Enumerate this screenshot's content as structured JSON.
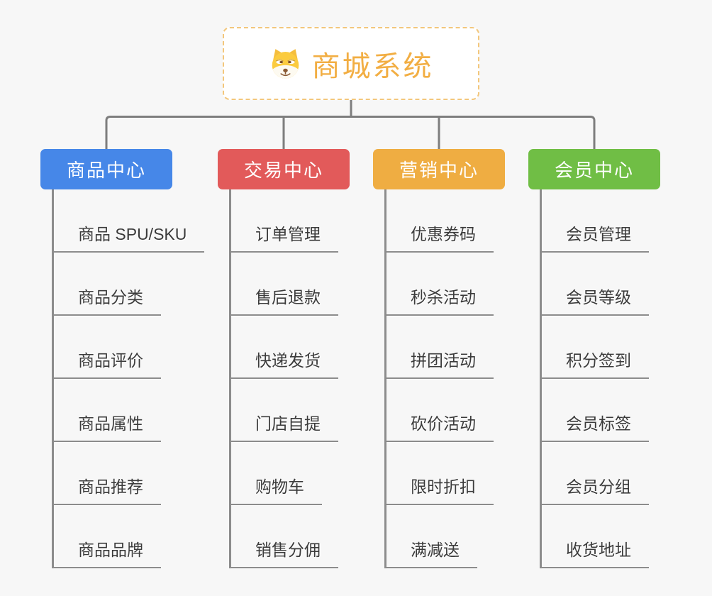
{
  "root": {
    "title": "商城系统",
    "icon": "doge-icon"
  },
  "branches": [
    {
      "label": "商品中心",
      "color": "#4687E8",
      "items": [
        "商品 SPU/SKU",
        "商品分类",
        "商品评价",
        "商品属性",
        "商品推荐",
        "商品品牌"
      ]
    },
    {
      "label": "交易中心",
      "color": "#E25A5A",
      "items": [
        "订单管理",
        "售后退款",
        "快递发货",
        "门店自提",
        "购物车",
        "销售分佣"
      ]
    },
    {
      "label": "营销中心",
      "color": "#EFAD42",
      "items": [
        "优惠券码",
        "秒杀活动",
        "拼团活动",
        "砍价活动",
        "限时折扣",
        "满减送"
      ]
    },
    {
      "label": "会员中心",
      "color": "#70BE45",
      "items": [
        "会员管理",
        "会员等级",
        "积分签到",
        "会员标签",
        "会员分组",
        "收货地址"
      ]
    }
  ],
  "colors": {
    "background": "#F7F7F7",
    "connector": "#7E7E7E",
    "leaf_line": "#8C8C8C",
    "root_accent": "#F2AE43",
    "root_border": "#F3C77C"
  }
}
